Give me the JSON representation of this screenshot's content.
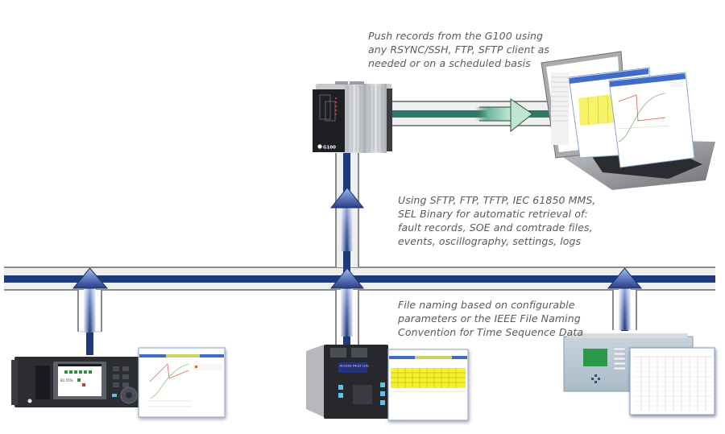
{
  "captions": {
    "push": {
      "lines": [
        "Push records from the G100 using",
        "any RSYNC/SSH, FTP, SFTP client as",
        "needed or on a scheduled basis"
      ]
    },
    "retrieval": {
      "lines": [
        "Using SFTP, FTP, TFTP, IEC 61850 MMS,",
        "SEL Binary for automatic retrieval of:",
        "fault records, SOE and comtrade files,",
        "events, oscillography, settings, logs"
      ]
    },
    "naming": {
      "lines": [
        "File naming based on configurable",
        "parameters or the IEEE File Naming",
        "Convention for Time Sequence Data"
      ]
    }
  },
  "devices": {
    "gateway": {
      "label": "G100",
      "kind": "substation gateway"
    },
    "laptop": {
      "kind": "laptop with record viewer windows"
    },
    "relay_left": {
      "kind": "protection relay with HMI display",
      "screen_text": "B1 55%"
    },
    "relay_center": {
      "kind": "protection relay with LCD",
      "lcd_text": "ACCESS FAULT LOG"
    },
    "relay_right": {
      "kind": "protection relay with green LCD"
    }
  },
  "colors": {
    "bus_dark": "#1f3a7a",
    "pipe_fill": "#eef0f0",
    "pipe_edge": "#8a8a8a",
    "arrow_blue_light": "#9fb3e0",
    "arrow_blue_dark": "#2a3f85",
    "green_line": "#2e7a6a",
    "arrow_green_light": "#b8e3cf",
    "caption_text": "#5a5a5a"
  }
}
